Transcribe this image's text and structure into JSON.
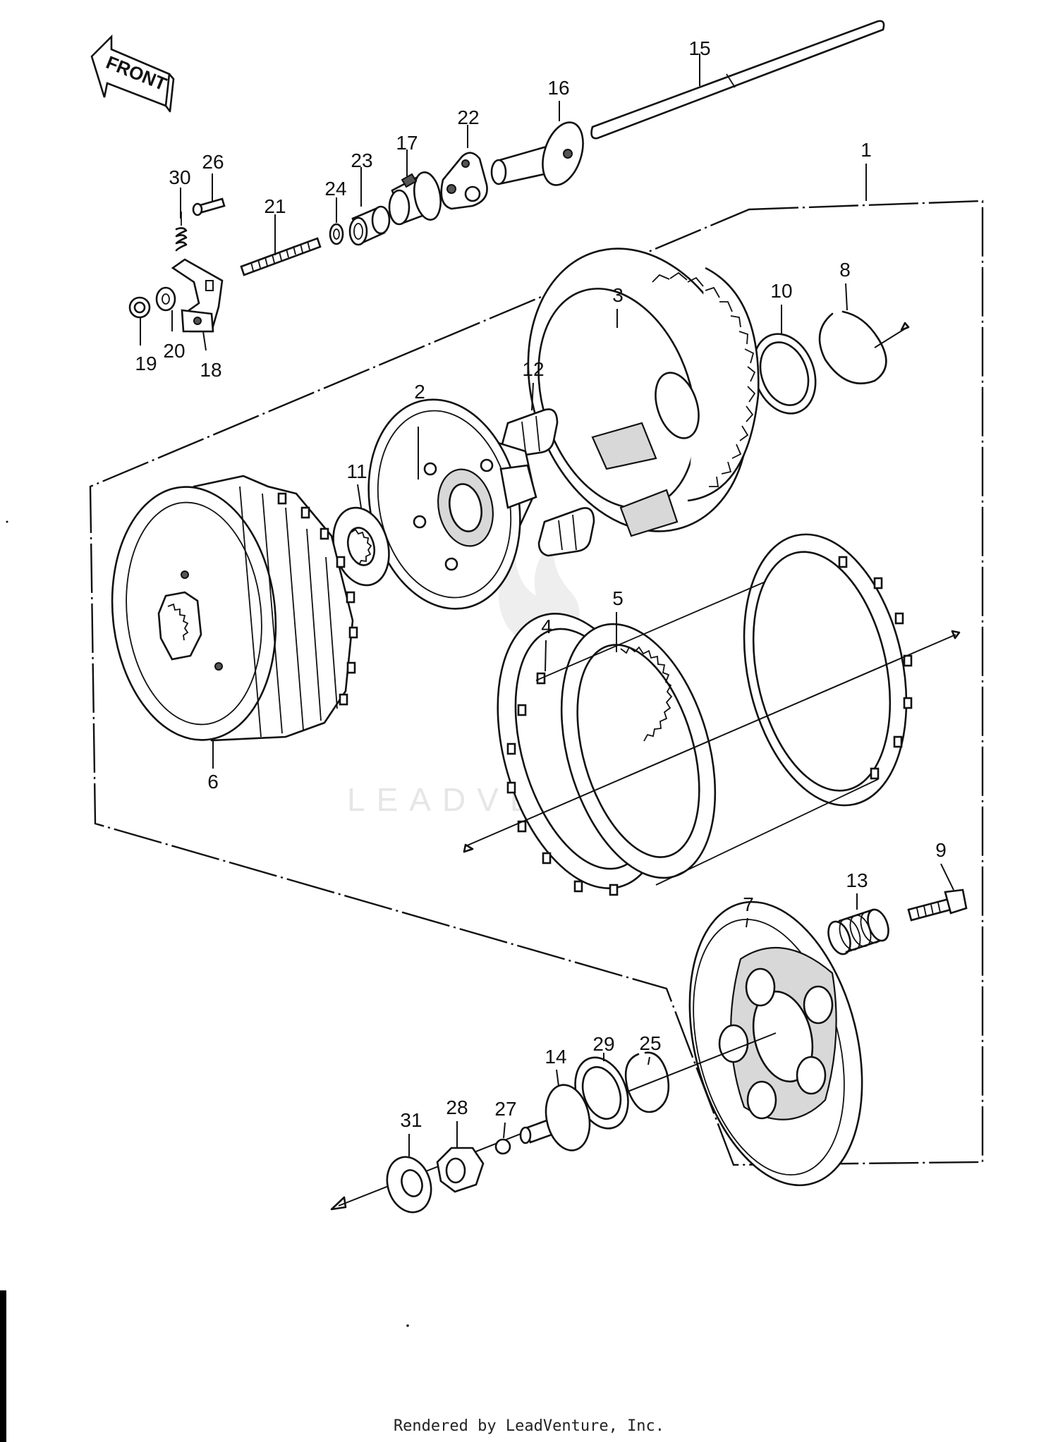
{
  "front_label": "FRONT",
  "watermark": "LEADVENTURE",
  "credit": "Rendered by LeadVenture, Inc.",
  "callouts": [
    {
      "id": "c1",
      "text": "1"
    },
    {
      "id": "c2",
      "text": "2"
    },
    {
      "id": "c3",
      "text": "3"
    },
    {
      "id": "c4",
      "text": "4"
    },
    {
      "id": "c5",
      "text": "5"
    },
    {
      "id": "c6",
      "text": "6"
    },
    {
      "id": "c7",
      "text": "7"
    },
    {
      "id": "c8",
      "text": "8"
    },
    {
      "id": "c9",
      "text": "9"
    },
    {
      "id": "c10",
      "text": "10"
    },
    {
      "id": "c11",
      "text": "11"
    },
    {
      "id": "c12",
      "text": "12"
    },
    {
      "id": "c13",
      "text": "13"
    },
    {
      "id": "c14",
      "text": "14"
    },
    {
      "id": "c15",
      "text": "15"
    },
    {
      "id": "c16",
      "text": "16"
    },
    {
      "id": "c17",
      "text": "17"
    },
    {
      "id": "c18",
      "text": "18"
    },
    {
      "id": "c19",
      "text": "19"
    },
    {
      "id": "c20",
      "text": "20"
    },
    {
      "id": "c21",
      "text": "21"
    },
    {
      "id": "c22",
      "text": "22"
    },
    {
      "id": "c23",
      "text": "23"
    },
    {
      "id": "c24",
      "text": "24"
    },
    {
      "id": "c25",
      "text": "25"
    },
    {
      "id": "c26",
      "text": "26"
    },
    {
      "id": "c27",
      "text": "27"
    },
    {
      "id": "c28",
      "text": "28"
    },
    {
      "id": "c29",
      "text": "29"
    },
    {
      "id": "c30",
      "text": "30"
    },
    {
      "id": "c31",
      "text": "31"
    }
  ]
}
